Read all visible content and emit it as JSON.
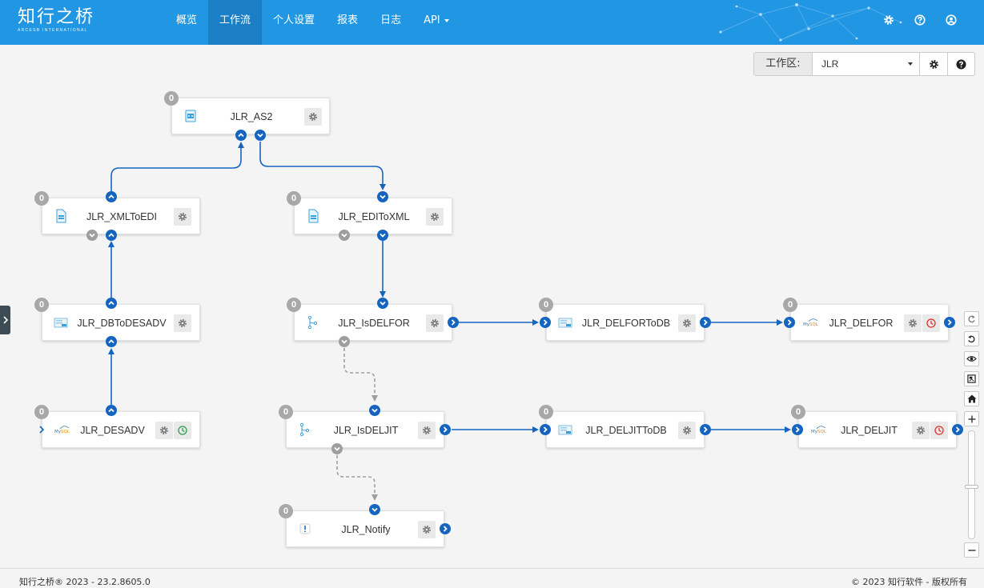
{
  "app": {
    "logo_text": "知行之桥",
    "logo_subtext": "ARCESB INTERNATIONAL"
  },
  "nav": {
    "items": [
      "概览",
      "工作流",
      "个人设置",
      "报表",
      "日志",
      "API"
    ],
    "active": "工作流"
  },
  "top_icons": [
    "gear-icon",
    "help-icon",
    "user-icon"
  ],
  "workspace": {
    "label": "工作区:",
    "selected": "JLR"
  },
  "nodes": [
    {
      "id": "as2",
      "name": "JLR_AS2",
      "badge": "0",
      "icon": "as2-icon"
    },
    {
      "id": "xmltoedi",
      "name": "JLR_XMLToEDI",
      "badge": "0",
      "icon": "edi-file-icon"
    },
    {
      "id": "editoxml",
      "name": "JLR_EDIToXML",
      "badge": "0",
      "icon": "edi-file-icon"
    },
    {
      "id": "dbtodesadv",
      "name": "JLR_DBToDESADV",
      "badge": "0",
      "icon": "xml-map-icon"
    },
    {
      "id": "isdelfor",
      "name": "JLR_IsDELFOR",
      "badge": "0",
      "icon": "branch-icon"
    },
    {
      "id": "delfortodb",
      "name": "JLR_DELFORToDB",
      "badge": "0",
      "icon": "xml-map-icon"
    },
    {
      "id": "delfor",
      "name": "JLR_DELFOR",
      "badge": "0",
      "icon": "mysql-icon"
    },
    {
      "id": "desadv",
      "name": "JLR_DESADV",
      "badge": "0",
      "icon": "mysql-icon"
    },
    {
      "id": "isdeljit",
      "name": "JLR_IsDELJIT",
      "badge": "0",
      "icon": "branch-icon"
    },
    {
      "id": "deljittodb",
      "name": "JLR_DELJITToDB",
      "badge": "0",
      "icon": "xml-map-icon"
    },
    {
      "id": "deljit",
      "name": "JLR_DELJIT",
      "badge": "0",
      "icon": "mysql-icon"
    },
    {
      "id": "notify",
      "name": "JLR_Notify",
      "badge": "0",
      "icon": "notify-icon"
    }
  ],
  "footer": {
    "left": "知行之桥® 2023 - 23.2.8605.0",
    "right": "© 2023 知行软件 - 版权所有"
  },
  "colors": {
    "topbar": "#2196e3",
    "nav_active": "#1a7fc4",
    "port": "#1565c0",
    "connector": "#1565c0",
    "dashed_connector": "#9e9e9e",
    "badge": "#a8a8a8"
  }
}
